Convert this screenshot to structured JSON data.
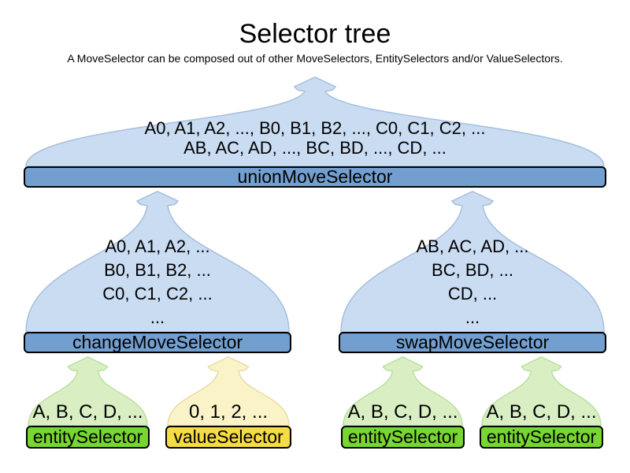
{
  "title": "Selector tree",
  "subtitle": "A MoveSelector can be composed out of other MoveSelectors, EntitySelectors and/or ValueSelectors.",
  "colors": {
    "blue": {
      "box": "#729fcf",
      "dome": "#c9dcf2",
      "stroke": "#a6bedd"
    },
    "green": {
      "box": "#77d62f",
      "dome": "#d9efc3",
      "stroke": "#b9dfa0"
    },
    "yellow": {
      "box": "#f4dc42",
      "dome": "#faf3c8",
      "stroke": "#e8dca6"
    }
  },
  "funnels": [
    {
      "id": "unionMoveSelector",
      "label": "unionMoveSelector",
      "color": "blue",
      "lines": [
        "A0, A1, A2, ..., B0, B1, B2, ..., C0, C1, C2, ...",
        "AB, AC, AD, ..., BC, BD, ..., CD, ..."
      ]
    },
    {
      "id": "changeMoveSelector",
      "label": "changeMoveSelector",
      "color": "blue",
      "lines": [
        "A0, A1, A2, ...",
        "B0, B1, B2, ...",
        "C0, C1, C2, ...",
        "..."
      ]
    },
    {
      "id": "swapMoveSelector",
      "label": "swapMoveSelector",
      "color": "blue",
      "lines": [
        "AB, AC, AD, ...",
        "BC, BD, ...",
        "CD, ...",
        "..."
      ]
    },
    {
      "id": "entitySelector-1",
      "label": "entitySelector",
      "color": "green",
      "lines": [
        "A, B, C, D, ..."
      ]
    },
    {
      "id": "valueSelector-1",
      "label": "valueSelector",
      "color": "yellow",
      "lines": [
        "0, 1, 2, ..."
      ]
    },
    {
      "id": "entitySelector-2",
      "label": "entitySelector",
      "color": "green",
      "lines": [
        "A, B, C, D, ..."
      ]
    },
    {
      "id": "entitySelector-3",
      "label": "entitySelector",
      "color": "green",
      "lines": [
        "A, B, C, D, ..."
      ]
    }
  ]
}
